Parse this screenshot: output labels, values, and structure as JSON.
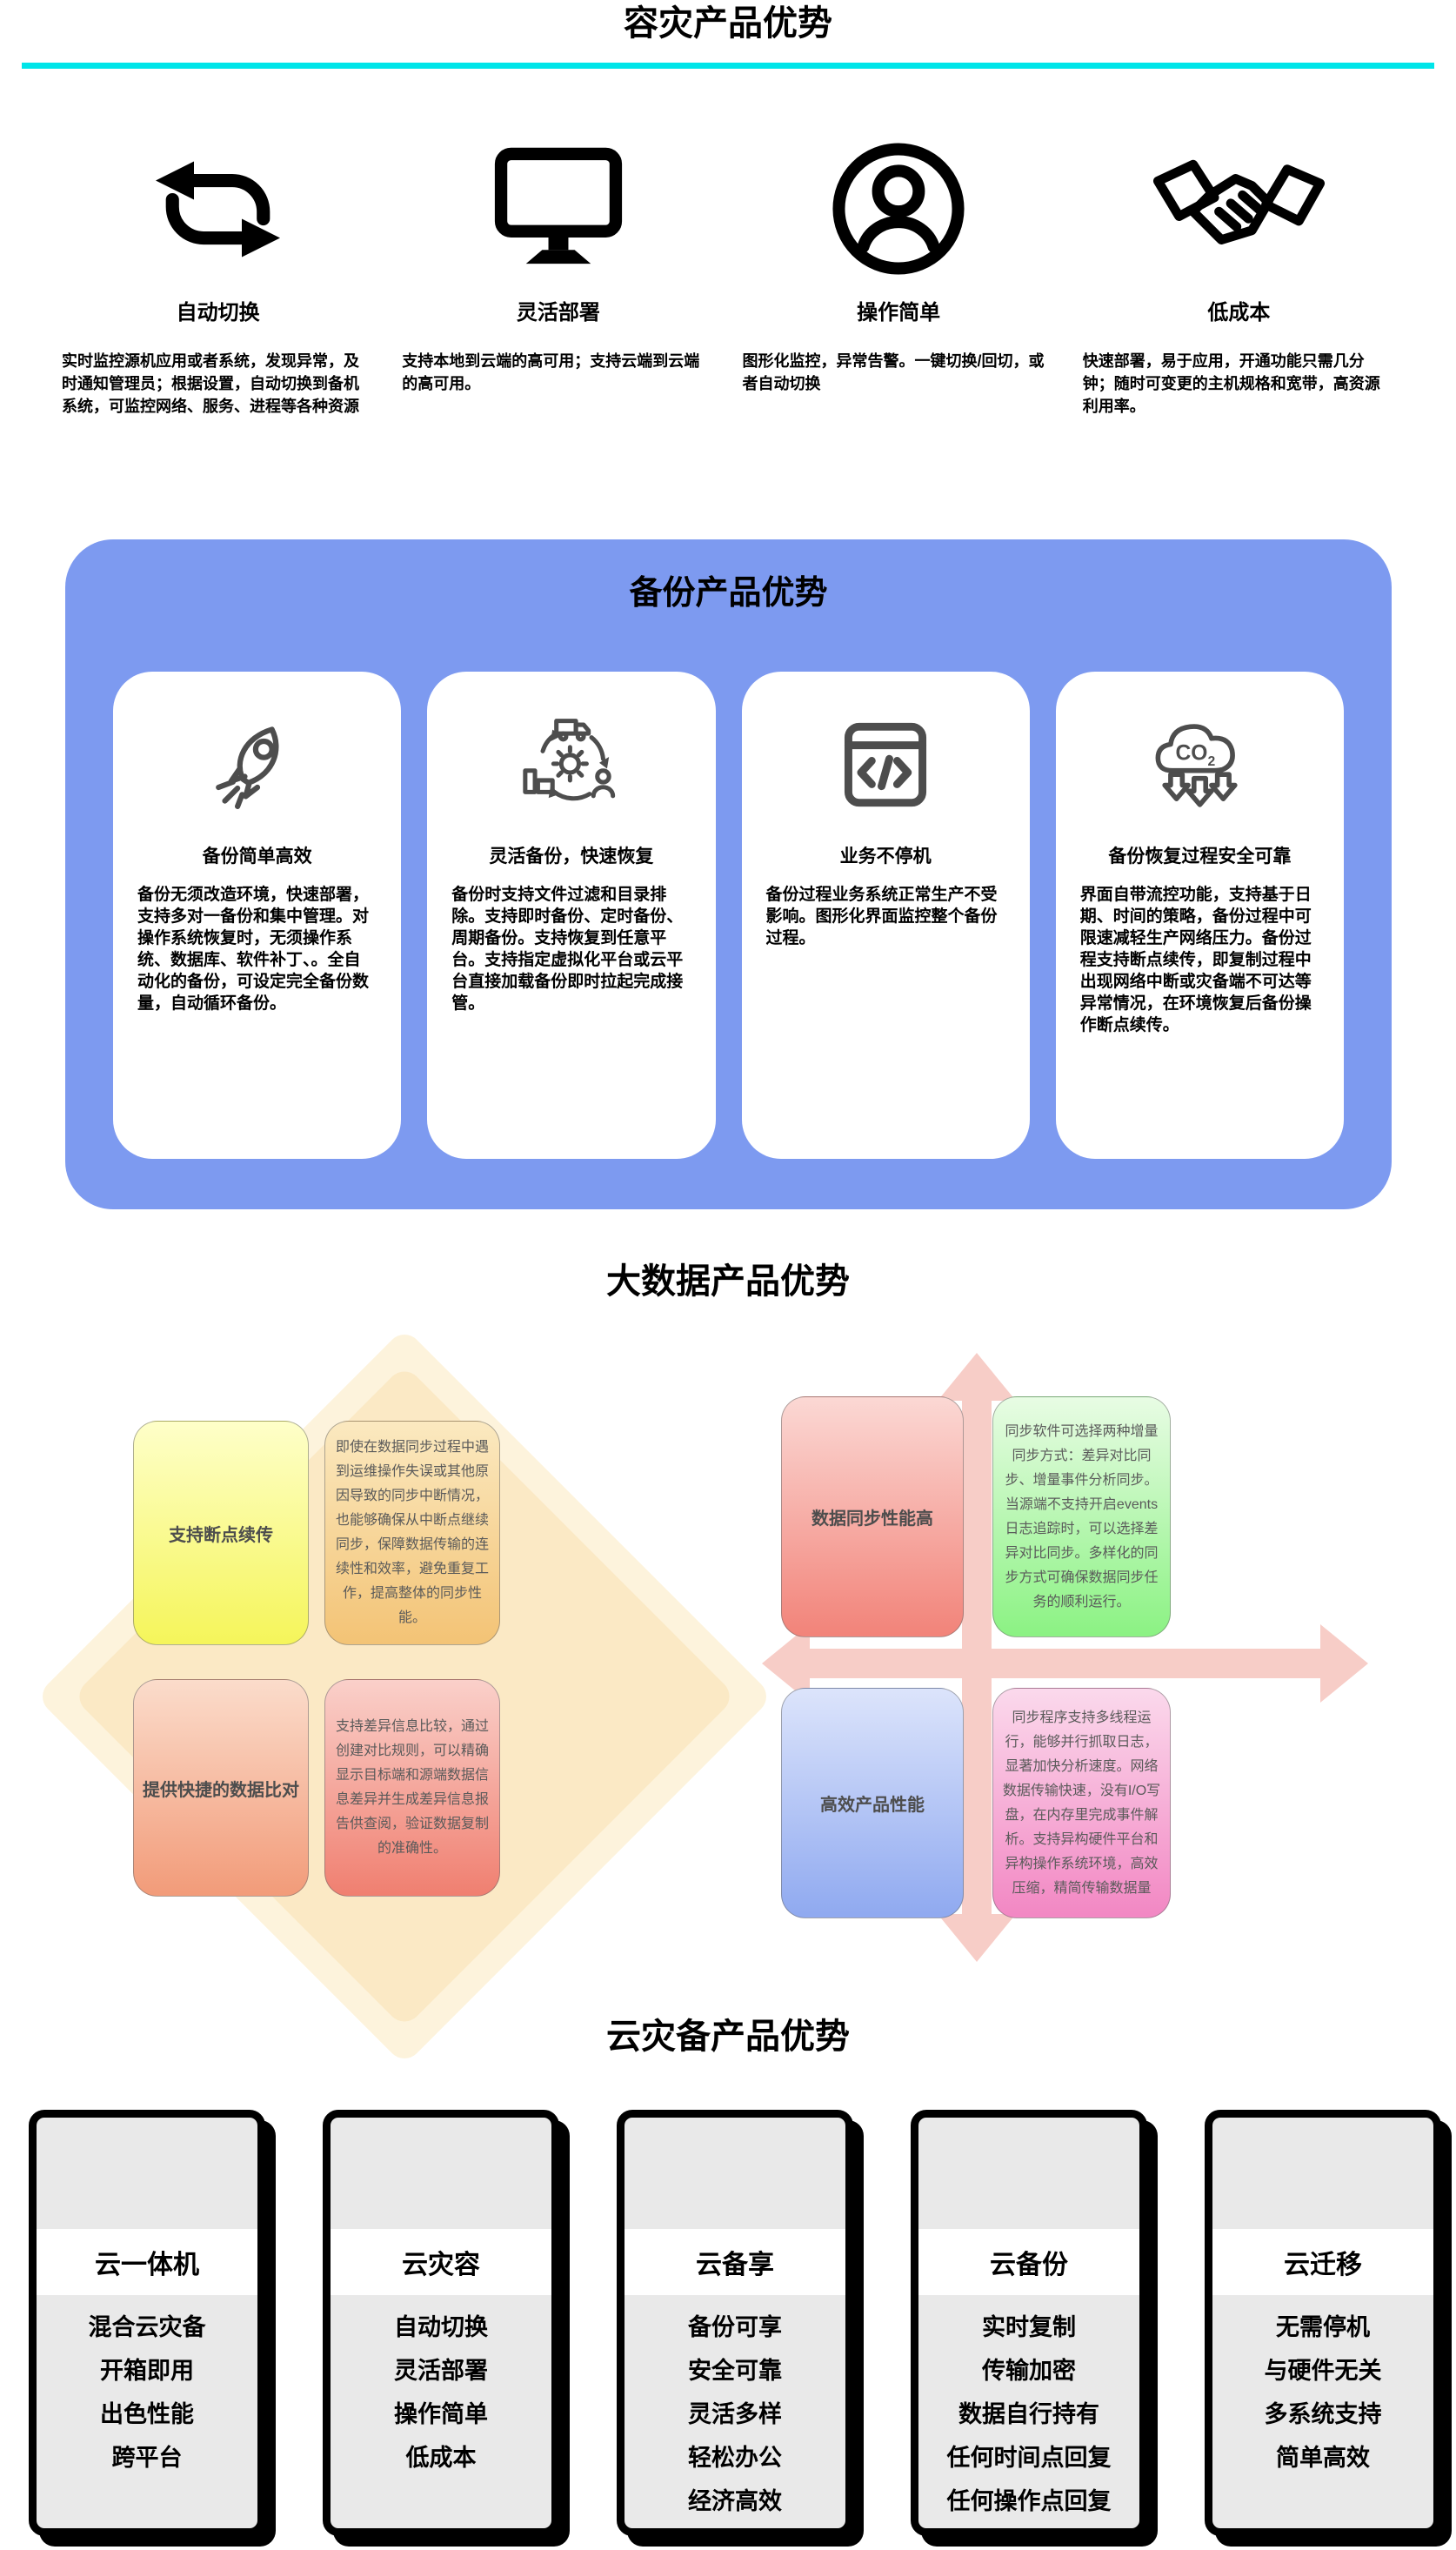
{
  "dr": {
    "title": "容灾产品优势",
    "features": [
      {
        "icon": "sync-arrows-icon",
        "title": "自动切换",
        "desc": "实时监控源机应用或者系统，发现异常，及时通知管理员；根据设置，自动切换到备机系统，可监控网络、服务、进程等各种资源"
      },
      {
        "icon": "monitor-icon",
        "title": "灵活部署",
        "desc": "支持本地到云端的高可用；支持云端到云端的高可用。"
      },
      {
        "icon": "user-circle-icon",
        "title": "操作简单",
        "desc": "图形化监控，异常告警。一键切换/回切，或者自动切换"
      },
      {
        "icon": "handshake-icon",
        "title": "低成本",
        "desc": "快速部署，易于应用，开通功能只需几分钟；随时可变更的主机规格和宽带，高资源利用率。"
      }
    ]
  },
  "backup": {
    "title": "备份产品优势",
    "cards": [
      {
        "icon": "rocket-icon",
        "title": "备份简单高效",
        "desc": "备份无须改造环境，快速部署，支持多对一备份和集中管理。对操作系统恢复时，无须操作系统、数据库、软件补丁、。全自动化的备份，可设定完全备份数量，自动循环备份。"
      },
      {
        "icon": "cycle-truck-icon",
        "title": "灵活备份，快速恢复",
        "desc": "备份时支持文件过滤和目录排除。支持即时备份、定时备份、周期备份。支持恢复到任意平台。支持指定虚拟化平台或云平台直接加载备份即时拉起完成接管。"
      },
      {
        "icon": "code-window-icon",
        "title": "业务不停机",
        "desc": "备份过程业务系统正常生产不受影响。图形化界面监控整个备份过程。"
      },
      {
        "icon": "co2-cloud-icon",
        "title": "备份恢复过程安全可靠",
        "desc": "界面自带流控功能，支持基于日期、时间的策略，备份过程中可限速减轻生产网络压力。备份过程支持断点续传，即复制过程中出现网络中断或灾备端不可达等异常情况，在环境恢复后备份操作断点续传。"
      }
    ]
  },
  "bigdata": {
    "title": "大数据产品优势",
    "left": {
      "label1": "支持断点续传",
      "desc1": "即使在数据同步过程中遇到运维操作失误或其他原因导致的同步中断情况，也能够确保从中断点继续同步，保障数据传输的连续性和效率，避免重复工作，提高整体的同步性能。",
      "label2": "提供快捷的数据比对",
      "desc2": "支持差异信息比较，通过创建对比规则，可以精确显示目标端和源端数据信息差异并生成差异信息报告供查阅，验证数据复制的准确性。"
    },
    "right": {
      "label1": "数据同步性能高",
      "desc1": "同步软件可选择两种增量同步方式：差异对比同步、增量事件分析同步。当源端不支持开启events日志追踪时，可以选择差异对比同步。多样化的同步方式可确保数据同步任务的顺利运行。",
      "label2": "高效产品性能",
      "desc2": "同步程序支持多线程运行，能够并行抓取日志，显著加快分析速度。网络数据传输快速，没有I/O写盘，在内存里完成事件解析。支持异构硬件平台和异构操作系统环境，高效压缩，精简传输数据量"
    }
  },
  "cloud": {
    "title": "云灾备产品优势",
    "cards": [
      {
        "title": "云一体机",
        "items": [
          "混合云灾备",
          "开箱即用",
          "出色性能",
          "跨平台"
        ]
      },
      {
        "title": "云灾容",
        "items": [
          "自动切换",
          "灵活部署",
          "操作简单",
          "低成本"
        ]
      },
      {
        "title": "云备享",
        "items": [
          "备份可享",
          "安全可靠",
          "灵活多样",
          "轻松办公",
          "经济高效"
        ]
      },
      {
        "title": "云备份",
        "items": [
          "实时复制",
          "传输加密",
          "数据自行持有",
          "任何时间点回复",
          "任何操作点回复"
        ]
      },
      {
        "title": "云迁移",
        "items": [
          "无需停机",
          "与硬件无关",
          "多系统支持",
          "简单高效"
        ]
      }
    ]
  },
  "colors": {
    "accent_cyan": "#00E5E9",
    "panel_blue": "#7D9AF0",
    "box_yellow": "#F5F55A",
    "box_orange": "#F3C375",
    "box_peach": "#F29B79",
    "box_coral": "#F07F70",
    "box_red": "#F28379",
    "box_green": "#8BF283",
    "box_blue": "#8FA9F0",
    "box_pink": "#F287C3",
    "cross_pink": "#F7CDC7",
    "card_gray": "#E9E9E9"
  }
}
